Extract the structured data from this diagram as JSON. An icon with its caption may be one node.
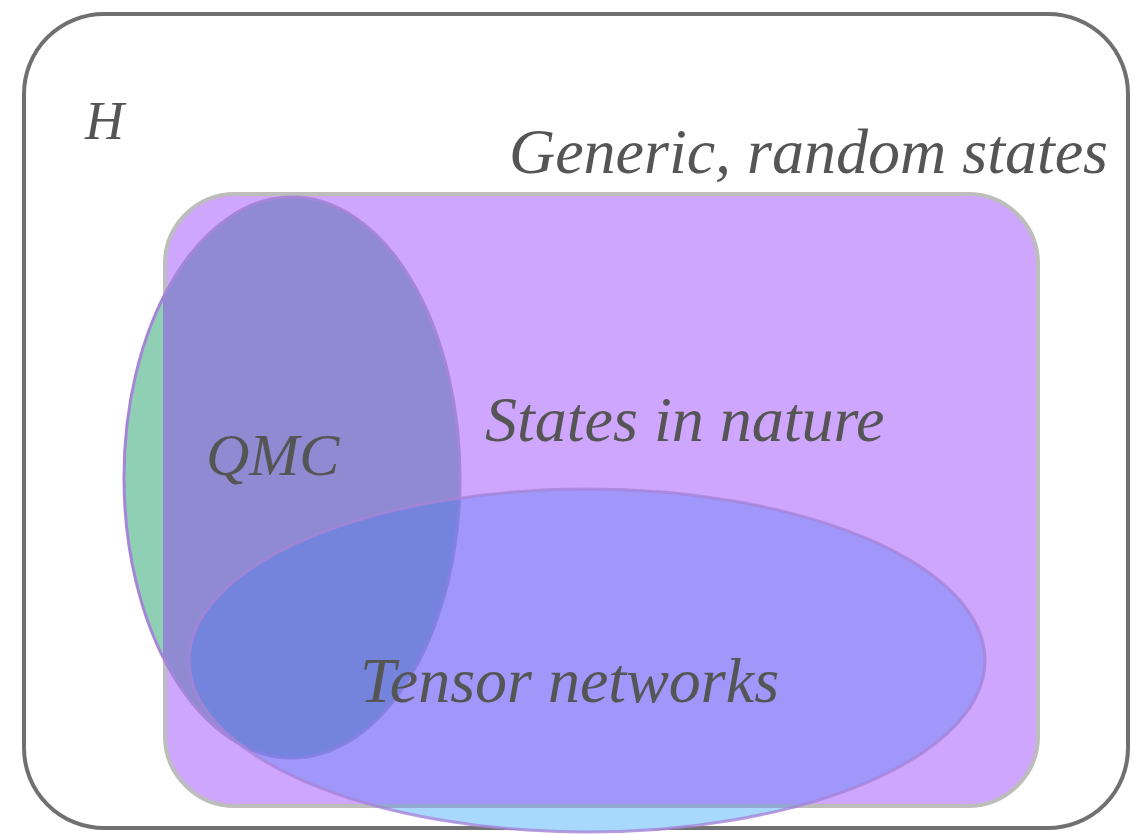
{
  "diagram": {
    "nodes": [
      {
        "text": [
          "H",
          "Generic, random states"
        ]
      },
      {
        "text": [
          "States in nature"
        ],
        "in": 0
      },
      {
        "text": [
          "QMC"
        ],
        "in": 0
      },
      {
        "text": [
          "Tensor networks"
        ],
        "in": 0
      }
    ]
  }
}
